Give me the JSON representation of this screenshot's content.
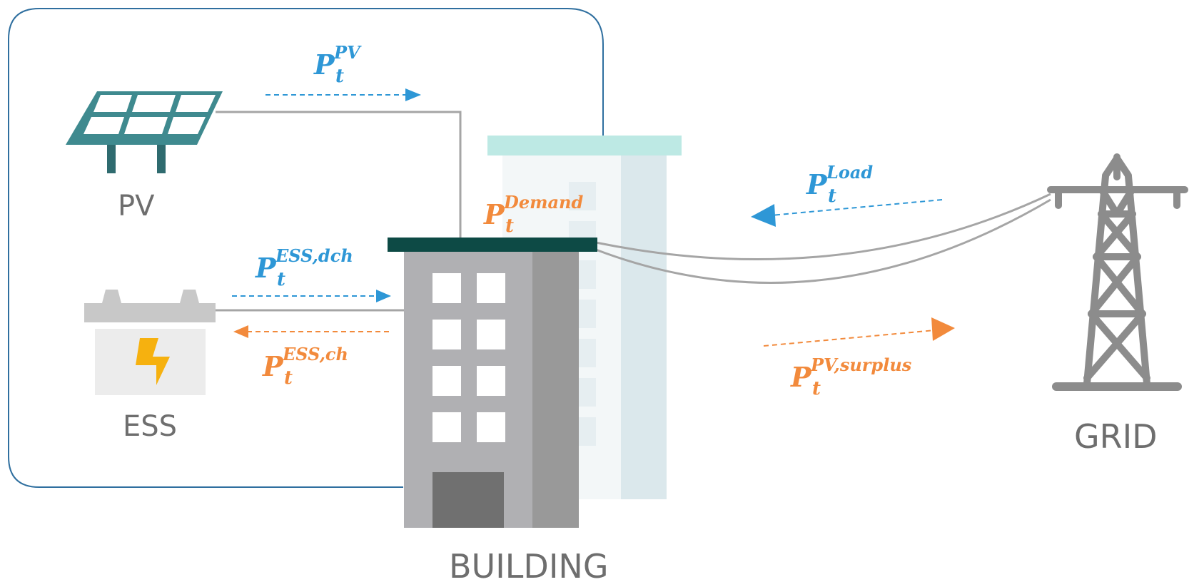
{
  "labels": {
    "pv": "PV",
    "ess": "ESS",
    "building": "BUILDING",
    "grid": "GRID"
  },
  "flows": {
    "pv": {
      "symbol": "P",
      "subscript": "t",
      "superscript": "PV"
    },
    "demand": {
      "symbol": "P",
      "subscript": "t",
      "superscript": "Demand"
    },
    "ess_dch": {
      "symbol": "P",
      "subscript": "t",
      "superscript": "ESS,dch"
    },
    "ess_ch": {
      "symbol": "P",
      "subscript": "t",
      "superscript": "ESS,ch"
    },
    "load": {
      "symbol": "P",
      "subscript": "t",
      "superscript": "Load"
    },
    "pv_surplus": {
      "symbol": "P",
      "subscript": "t",
      "superscript": "PV,surplus"
    }
  },
  "colors": {
    "blue_flow": "#2e97d6",
    "orange_flow": "#f28a3c",
    "boundary": "#2f6f9f",
    "pv_panel": "#3f8a8f",
    "battery_bolt": "#f6b10f",
    "building_gray": "#b0b0b3",
    "building_roof": "#0d4a45",
    "background_building": "#dbe8ec",
    "background_roof": "#bde9e4",
    "pylon": "#8c8c8c",
    "wire": "#9c9c9c"
  }
}
